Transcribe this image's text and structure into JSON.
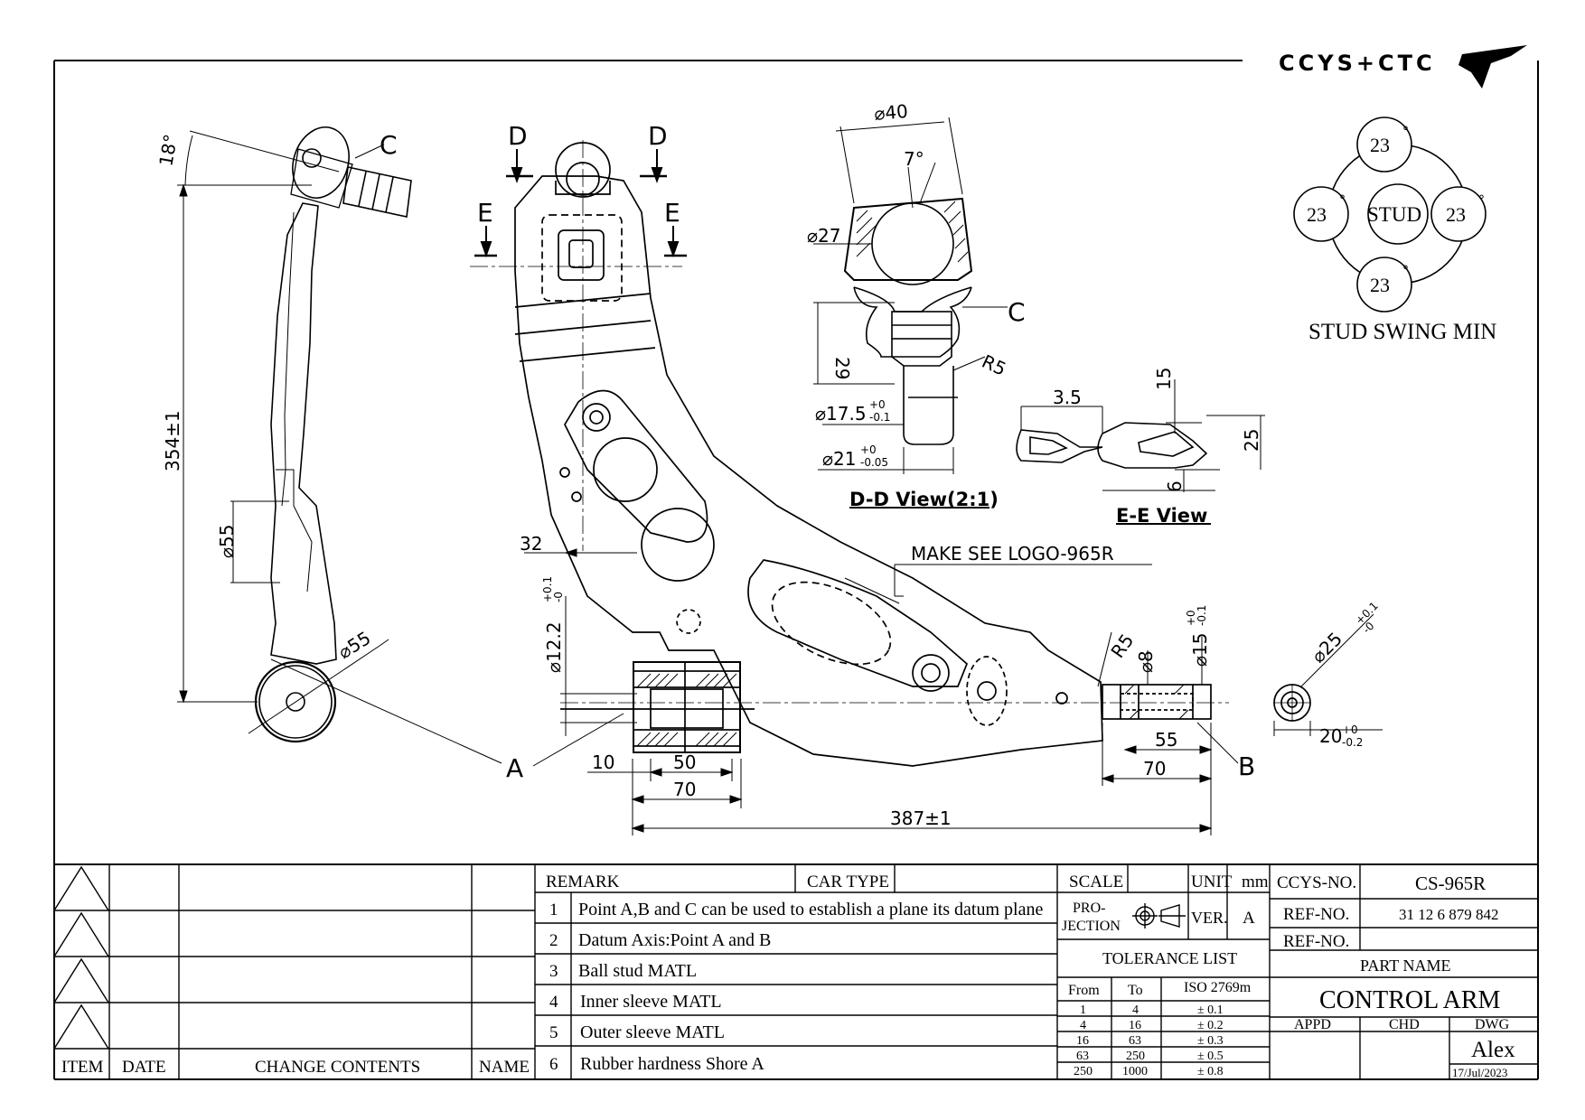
{
  "logo": {
    "text": "CCYS+CTC"
  },
  "stud_swing": {
    "center_label": "STUD",
    "angles": [
      "23",
      "23",
      "23",
      "23"
    ],
    "degree_symbol": "°",
    "caption": "STUD SWING MIN"
  },
  "side_view": {
    "angle_label": "18°",
    "height_dim": "354±1",
    "dia_upper": "⌀55",
    "dia_lower": "⌀55",
    "point_c": "C",
    "point_a": "A"
  },
  "section_marks": {
    "d1": "D",
    "d2": "D",
    "e1": "E",
    "e2": "E"
  },
  "dd_view": {
    "title": "D-D View(2:1)",
    "dia40": "⌀40",
    "angle7": "7°",
    "dia27": "⌀27",
    "h29": "29",
    "r5": "R5",
    "dia17": "⌀17.5",
    "dia17_tol_up": "+0",
    "dia17_tol_dn": "-0.1",
    "dia21": "⌀21",
    "dia21_tol_up": "+0",
    "dia21_tol_dn": "-0.05",
    "point_c": "C"
  },
  "ee_view": {
    "title": "E-E View",
    "d35": "3.5",
    "d15": "15",
    "d25": "25",
    "d6": "6"
  },
  "main_view": {
    "d32": "32",
    "dia122": "⌀12.2",
    "dia122_tol_up": "+0.1",
    "dia122_tol_dn": "-0",
    "d10": "10",
    "d50": "50",
    "d70a": "70",
    "d387": "387±1",
    "logo_note": "MAKE SEE LOGO-965R",
    "r5": "R5",
    "dia8": "⌀8",
    "dia15": "⌀15",
    "dia15_tol_up": "+0",
    "dia15_tol_dn": "-0.1",
    "d55": "55",
    "d70b": "70",
    "dia25": "⌀25",
    "dia25_tol_up": "+0.1",
    "dia25_tol_dn": "-0",
    "d20": "20",
    "d20_tol_up": "+0",
    "d20_tol_dn": "-0.2",
    "point_a": "A",
    "point_b": "B"
  },
  "revision_table": {
    "headers": {
      "item": "ITEM",
      "date": "DATE",
      "contents": "CHANGE CONTENTS",
      "name": "NAME"
    }
  },
  "remark_table": {
    "remark_label": "REMARK",
    "car_type_label": "CAR TYPE",
    "rows": [
      {
        "num": "1",
        "text": "Point A,B and C can be used to establish a plane its datum plane"
      },
      {
        "num": "2",
        "text": "Datum Axis:Point A and B"
      },
      {
        "num": "3",
        "text": "Ball stud MATL"
      },
      {
        "num": "4",
        "text": "Inner sleeve MATL"
      },
      {
        "num": "5",
        "text": "Outer sleeve MATL"
      },
      {
        "num": "6",
        "text": "Rubber hardness Shore A"
      }
    ]
  },
  "title_block": {
    "scale_label": "SCALE",
    "unit_label": "UNIT",
    "unit_value": "mm",
    "projection_label_1": "PRO-",
    "projection_label_2": "JECTION",
    "ver_label": "VER.",
    "ver_value": "A",
    "tolerance_title": "TOLERANCE LIST",
    "tol_headers": {
      "from": "From",
      "to": "To",
      "iso": "ISO 2769m"
    },
    "tolerances": [
      {
        "from": "1",
        "to": "4",
        "tol": "± 0.1"
      },
      {
        "from": "4",
        "to": "16",
        "tol": "± 0.2"
      },
      {
        "from": "16",
        "to": "63",
        "tol": "± 0.3"
      },
      {
        "from": "63",
        "to": "250",
        "tol": "± 0.5"
      },
      {
        "from": "250",
        "to": "1000",
        "tol": "± 0.8"
      }
    ],
    "ccys_no_label": "CCYS-NO.",
    "ccys_no_value": "CS-965R",
    "ref_no_label_1": "REF-NO.",
    "ref_no_value_1": "31 12 6 879 842",
    "ref_no_label_2": "REF-NO.",
    "part_name_label": "PART NAME",
    "part_name_value": "CONTROL ARM",
    "appd_label": "APPD",
    "chd_label": "CHD",
    "dwg_label": "DWG",
    "drawer": "Alex",
    "date": "17/Jul/2023"
  }
}
